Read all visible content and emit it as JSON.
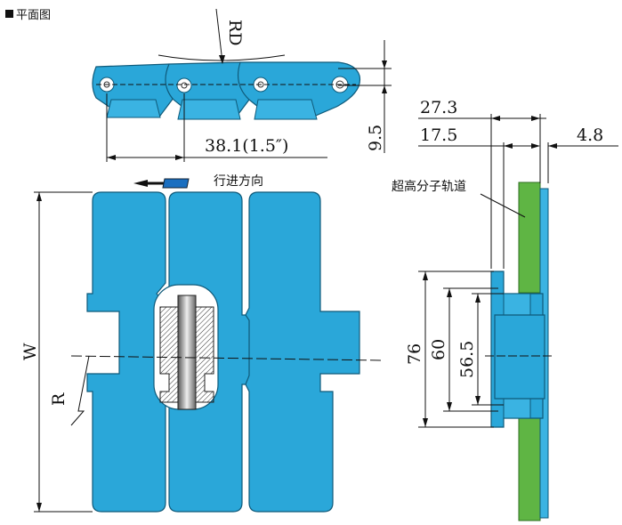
{
  "header": {
    "title": "平面图"
  },
  "labels": {
    "rd": "RD",
    "pitch": "38.1(1.5″)",
    "height_95": "9.5",
    "dim_273": "27.3",
    "dim_175": "17.5",
    "dim_48": "4.8",
    "direction": "行进方向",
    "track": "超高分子轨道",
    "w": "W",
    "r": "R",
    "dim_76": "76",
    "dim_60": "60",
    "dim_565": "56.5"
  },
  "colors": {
    "chain_blue": "#2aa7d9",
    "track_green": "#5fb544"
  }
}
